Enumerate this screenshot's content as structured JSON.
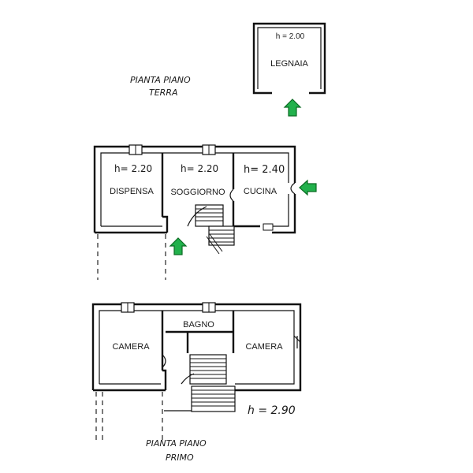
{
  "legnaia": {
    "height": "h = 2.00",
    "name": "LEGNAIA"
  },
  "ground_floor": {
    "title_line1": "PIANTA PIANO",
    "title_line2": "TERRA",
    "rooms": {
      "dispensa": {
        "height": "h= 2.20",
        "name": "DISPENSA"
      },
      "soggiorno": {
        "height": "h= 2.20",
        "name": "SOGGIORNO"
      },
      "cucina": {
        "height": "h= 2.40",
        "name": "CUCINA"
      }
    }
  },
  "first_floor": {
    "title_line1": "PIANTA PIANO",
    "title_line2": "PRIMO",
    "height": "h = 2.90",
    "rooms": {
      "camera_left": {
        "name": "CAMERA"
      },
      "bagno": {
        "name": "BAGNO"
      },
      "camera_right": {
        "name": "CAMERA"
      }
    }
  },
  "colors": {
    "arrow_fill": "#22b14c",
    "line": "#111111"
  },
  "icons": [
    "entrance-arrow-icon",
    "window-icon",
    "door-icon",
    "stairs-icon"
  ]
}
